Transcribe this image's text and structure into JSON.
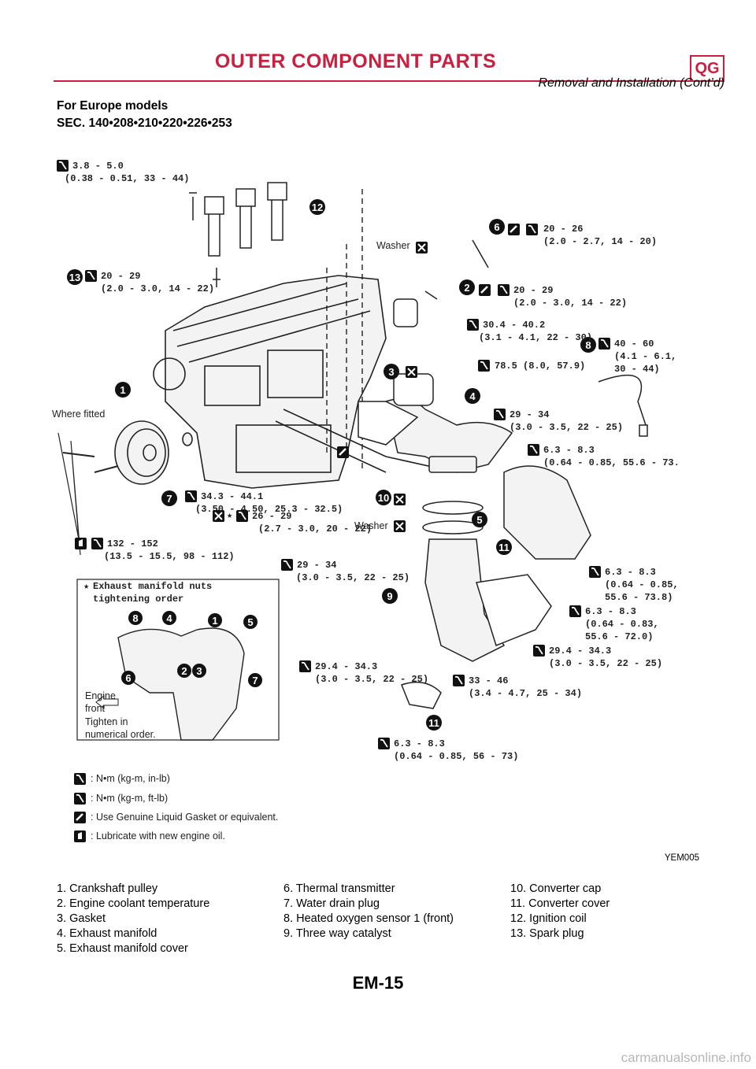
{
  "header": {
    "title": "OUTER COMPONENT PARTS",
    "badge": "QG",
    "subtitle": "Removal and Installation (Cont’d)"
  },
  "section": {
    "line1": "For Europe models",
    "line2": "SEC. 140•208•210•220•226•253"
  },
  "diagram": {
    "figure_id": "YEM005",
    "torque_specs": [
      {
        "id": "t1",
        "l1": "3.8 - 5.0",
        "l2": "(0.38 - 0.51, 33 - 44)"
      },
      {
        "id": "t2",
        "l1": "20 - 29",
        "l2": "(2.0 - 3.0, 14 - 22)"
      },
      {
        "id": "t3",
        "l1": "20 - 26",
        "l2": "(2.0 - 2.7, 14 - 20)"
      },
      {
        "id": "t4",
        "l1": "20 - 29",
        "l2": "(2.0 - 3.0, 14 - 22)"
      },
      {
        "id": "t5",
        "l1": "30.4 - 40.2",
        "l2": "(3.1 - 4.1, 22 - 30)"
      },
      {
        "id": "t6",
        "l1": "40 - 60",
        "l2": "(4.1 - 6.1,",
        "l3": "30 - 44)"
      },
      {
        "id": "t7",
        "l1": "78.5 (8.0, 57.9)"
      },
      {
        "id": "t8",
        "l1": "29 - 34",
        "l2": "(3.0 - 3.5, 22 - 25)"
      },
      {
        "id": "t9",
        "l1": "6.3 - 8.3",
        "l2": "(0.64 - 0.85, 55.6 - 73.8)"
      },
      {
        "id": "t10",
        "l1": "34.3 - 44.1",
        "l2": "(3.50 - 4.50, 25.3 - 32.5)"
      },
      {
        "id": "t11",
        "l1": "26 - 29",
        "l2": "(2.7 - 3.0, 20 - 22)"
      },
      {
        "id": "t12",
        "l1": "132 - 152",
        "l2": "(13.5 - 15.5, 98 - 112)"
      },
      {
        "id": "t13",
        "l1": "29 - 34",
        "l2": "(3.0 - 3.5, 22 - 25)"
      },
      {
        "id": "t14",
        "l1": "6.3 - 8.3",
        "l2": "(0.64 - 0.85,",
        "l3": "55.6 - 73.8)"
      },
      {
        "id": "t15",
        "l1": "6.3 - 8.3",
        "l2": "(0.64 - 0.83,",
        "l3": "55.6 - 72.0)"
      },
      {
        "id": "t16",
        "l1": "29.4 - 34.3",
        "l2": "(3.0 - 3.5, 22 - 25)"
      },
      {
        "id": "t17",
        "l1": "29.4 - 34.3",
        "l2": "(3.0 - 3.5, 22 - 25)"
      },
      {
        "id": "t18",
        "l1": "33 - 46",
        "l2": "(3.4 - 4.7, 25 - 34)"
      },
      {
        "id": "t19",
        "l1": "6.3 - 8.3",
        "l2": "(0.64 - 0.85, 56 - 73)"
      }
    ],
    "labels": {
      "washer1": "Washer",
      "washer2": "Washer",
      "where_fitted": "Where fitted",
      "inset_title1": "Exhaust manifold nuts",
      "inset_title2": "tightening order",
      "engine_front1": "Engine",
      "engine_front2": "front",
      "tighten1": "Tighten in",
      "tighten2": "numerical order."
    },
    "callouts": [
      "1",
      "2",
      "3",
      "4",
      "5",
      "6",
      "7",
      "8",
      "9",
      "10",
      "11",
      "11",
      "12",
      "13"
    ],
    "inset_callouts": [
      "8",
      "4",
      "1",
      "5",
      "6",
      "2",
      "3",
      "7"
    ],
    "symbol_legend": [
      ": N•m (kg-m, in-lb)",
      ": N•m (kg-m, ft-lb)",
      ": Use Genuine Liquid Gasket or equivalent.",
      ": Lubricate with new engine oil."
    ]
  },
  "parts_list": {
    "col1": [
      "1. Crankshaft pulley",
      "2. Engine coolant temperature",
      "3. Gasket",
      "4. Exhaust manifold",
      "5. Exhaust manifold cover"
    ],
    "col2": [
      "6. Thermal transmitter",
      "7. Water drain plug",
      "8. Heated oxygen sensor 1 (front)",
      "9. Three way catalyst"
    ],
    "col3": [
      "10. Converter cap",
      "11. Converter cover",
      "12. Ignition coil",
      "13. Spark plug"
    ]
  },
  "footer": {
    "page_number": "EM-15",
    "watermark": "carmanualsonline.info"
  }
}
